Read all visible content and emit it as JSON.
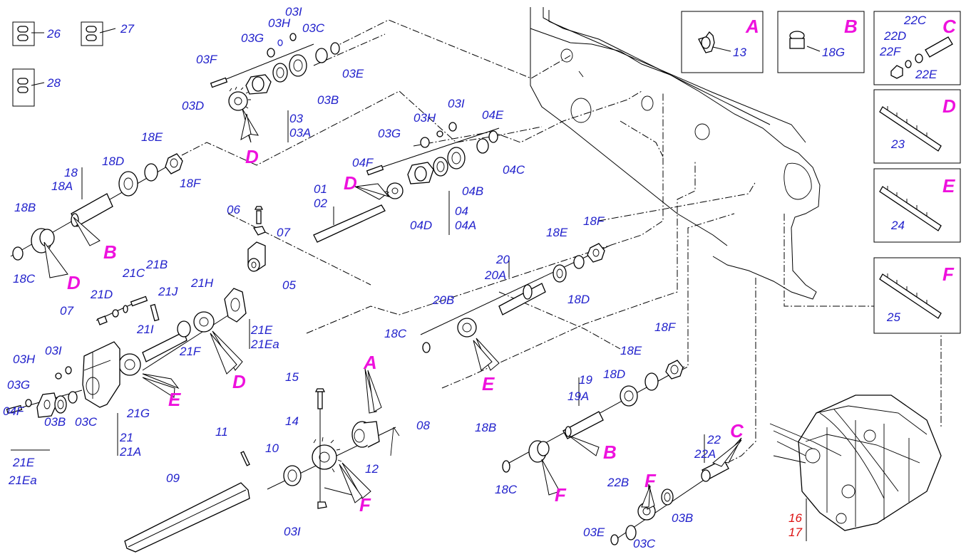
{
  "labels": {
    "p26": "26",
    "p27": "27",
    "p28": "28",
    "p03G": "03G",
    "p03H": "03H",
    "p03I": "03I",
    "p03C": "03C",
    "p03E": "03E",
    "p03F": "03F",
    "p03B": "03B",
    "p03D": "03D",
    "p03": "03",
    "p03A": "03A",
    "p03I_b": "03I",
    "p03H_b": "03H",
    "p04E": "04E",
    "p03G_b": "03G",
    "p04F": "04F",
    "p04C": "04C",
    "p04B": "04B",
    "p04": "04",
    "p04A": "04A",
    "p04D": "04D",
    "p01": "01",
    "p02": "02",
    "p18": "18",
    "p18A": "18A",
    "p18D": "18D",
    "p18E": "18E",
    "p18F": "18F",
    "p18B": "18B",
    "p18C": "18C",
    "p06": "06",
    "p07": "07",
    "p05": "05",
    "p20": "20",
    "p20A": "20A",
    "p18E_b": "18E",
    "p18F_b": "18F",
    "p18D_b": "18D",
    "p20B": "20B",
    "p18C_b": "18C",
    "p21D": "21D",
    "p21C": "21C",
    "p21B": "21B",
    "p07_b": "07",
    "p21J": "21J",
    "p21H": "21H",
    "p21I": "21I",
    "p21E": "21E",
    "p21Ea": "21Ea",
    "p21F": "21F",
    "p03H_c": "03H",
    "p03I_c": "03I",
    "p03G_c": "03G",
    "p04F_b": "04F",
    "p03B_b": "03B",
    "p03C_b": "03C",
    "p21G": "21G",
    "p21": "21",
    "p21A": "21A",
    "p21E_b": "21E",
    "p21Ea_b": "21Ea",
    "p15": "15",
    "p14": "14",
    "p11": "11",
    "p10": "10",
    "p09": "09",
    "p03I_d": "03I",
    "p12": "12",
    "p08": "08",
    "p18E_c": "18E",
    "p18F_c": "18F",
    "p19": "19",
    "p19A": "19A",
    "p18D_c": "18D",
    "p18B_b": "18B",
    "p18C_c": "18C",
    "p22": "22",
    "p22A": "22A",
    "p22B": "22B",
    "p03E_b": "03E",
    "p03C_c": "03C",
    "p03B_c": "03B",
    "p13": "13",
    "p18G": "18G",
    "p22C": "22C",
    "p22D": "22D",
    "p22F": "22F",
    "p22E": "22E",
    "p23": "23",
    "p24": "24",
    "p25": "25",
    "p16": "16",
    "p17": "17"
  },
  "keys": {
    "D1": "D",
    "D2": "D",
    "D3": "D",
    "D4": "D",
    "B1": "B",
    "E1": "E",
    "E2": "E",
    "A1": "A",
    "B2": "B",
    "F1": "F",
    "F2": "F",
    "F3": "F",
    "C1": "C"
  },
  "insets": {
    "A": "A",
    "B": "B",
    "C": "C",
    "D": "D",
    "E": "E",
    "F": "F"
  },
  "colors": {
    "label": "#2222cc",
    "reference_letter": "#ee11dd",
    "assembly_label": "#dd1111"
  }
}
